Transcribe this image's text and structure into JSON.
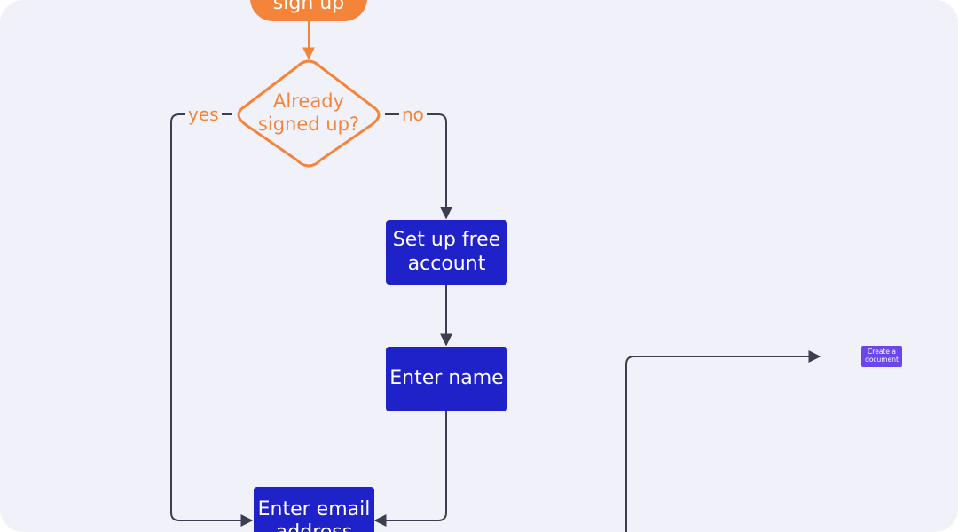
{
  "nodes": {
    "start": "sign up",
    "decision": "Already signed up?",
    "setup_account": "Set up free account",
    "enter_name": "Enter name",
    "enter_email": "Enter email address",
    "create_document": "Create a document"
  },
  "edges": {
    "yes": "yes",
    "no": "no"
  },
  "colors": {
    "background": "#f1f1fa",
    "orange": "#f5843b",
    "blue_box": "#1f22c8",
    "purple_box": "#6a47ea",
    "connector": "#3c3f4f",
    "text_light": "#ffffff"
  }
}
